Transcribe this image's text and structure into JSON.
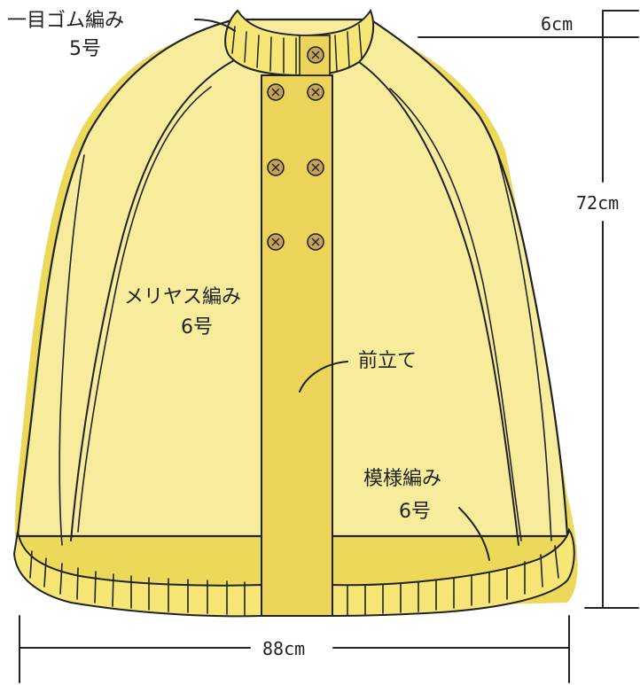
{
  "labels": {
    "collar_stitch": "一目ゴム編み",
    "collar_needle": "5号",
    "body_stitch": "メリヤス編み",
    "body_needle": "6号",
    "placket": "前立て",
    "hem_stitch": "模様編み",
    "hem_needle": "6号"
  },
  "dimensions": {
    "collar_height": "6cm",
    "length": "72cm",
    "width": "88cm"
  },
  "colors": {
    "body_fill": "#f7ec9c",
    "shadow_fill": "#ecd95a",
    "placket_fill": "#ecd35a",
    "rib_fill": "#f6e675",
    "button_fill": "#c9a25a",
    "outline": "#222222"
  }
}
